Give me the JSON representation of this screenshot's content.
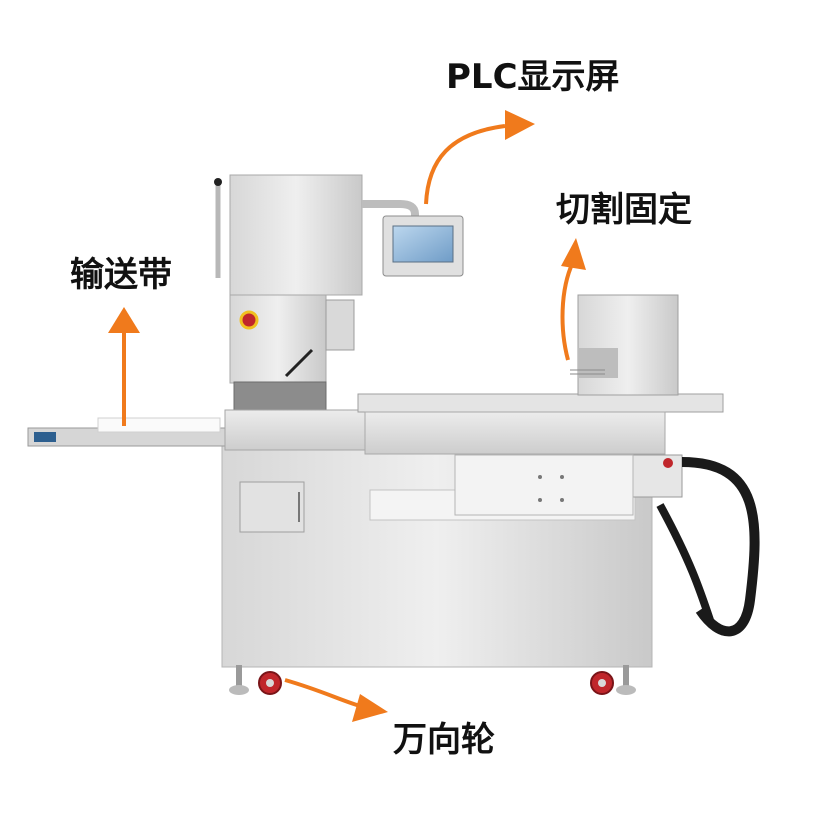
{
  "labels": {
    "plc_screen": "PLC显示屏",
    "cutting_fixed": "切割固定",
    "conveyor_belt": "输送带",
    "caster_wheel": "万向轮"
  },
  "colors": {
    "background": "#ffffff",
    "arrow": "#f07a1c",
    "steel_light": "#e8e8e8",
    "steel_mid": "#cfcfcf",
    "steel_dark": "#9c9c9c",
    "cable": "#1a1a1a",
    "wheel_red": "#c0262b",
    "belt_blue": "#2d5f8f",
    "screen": "#8fb6d8"
  }
}
